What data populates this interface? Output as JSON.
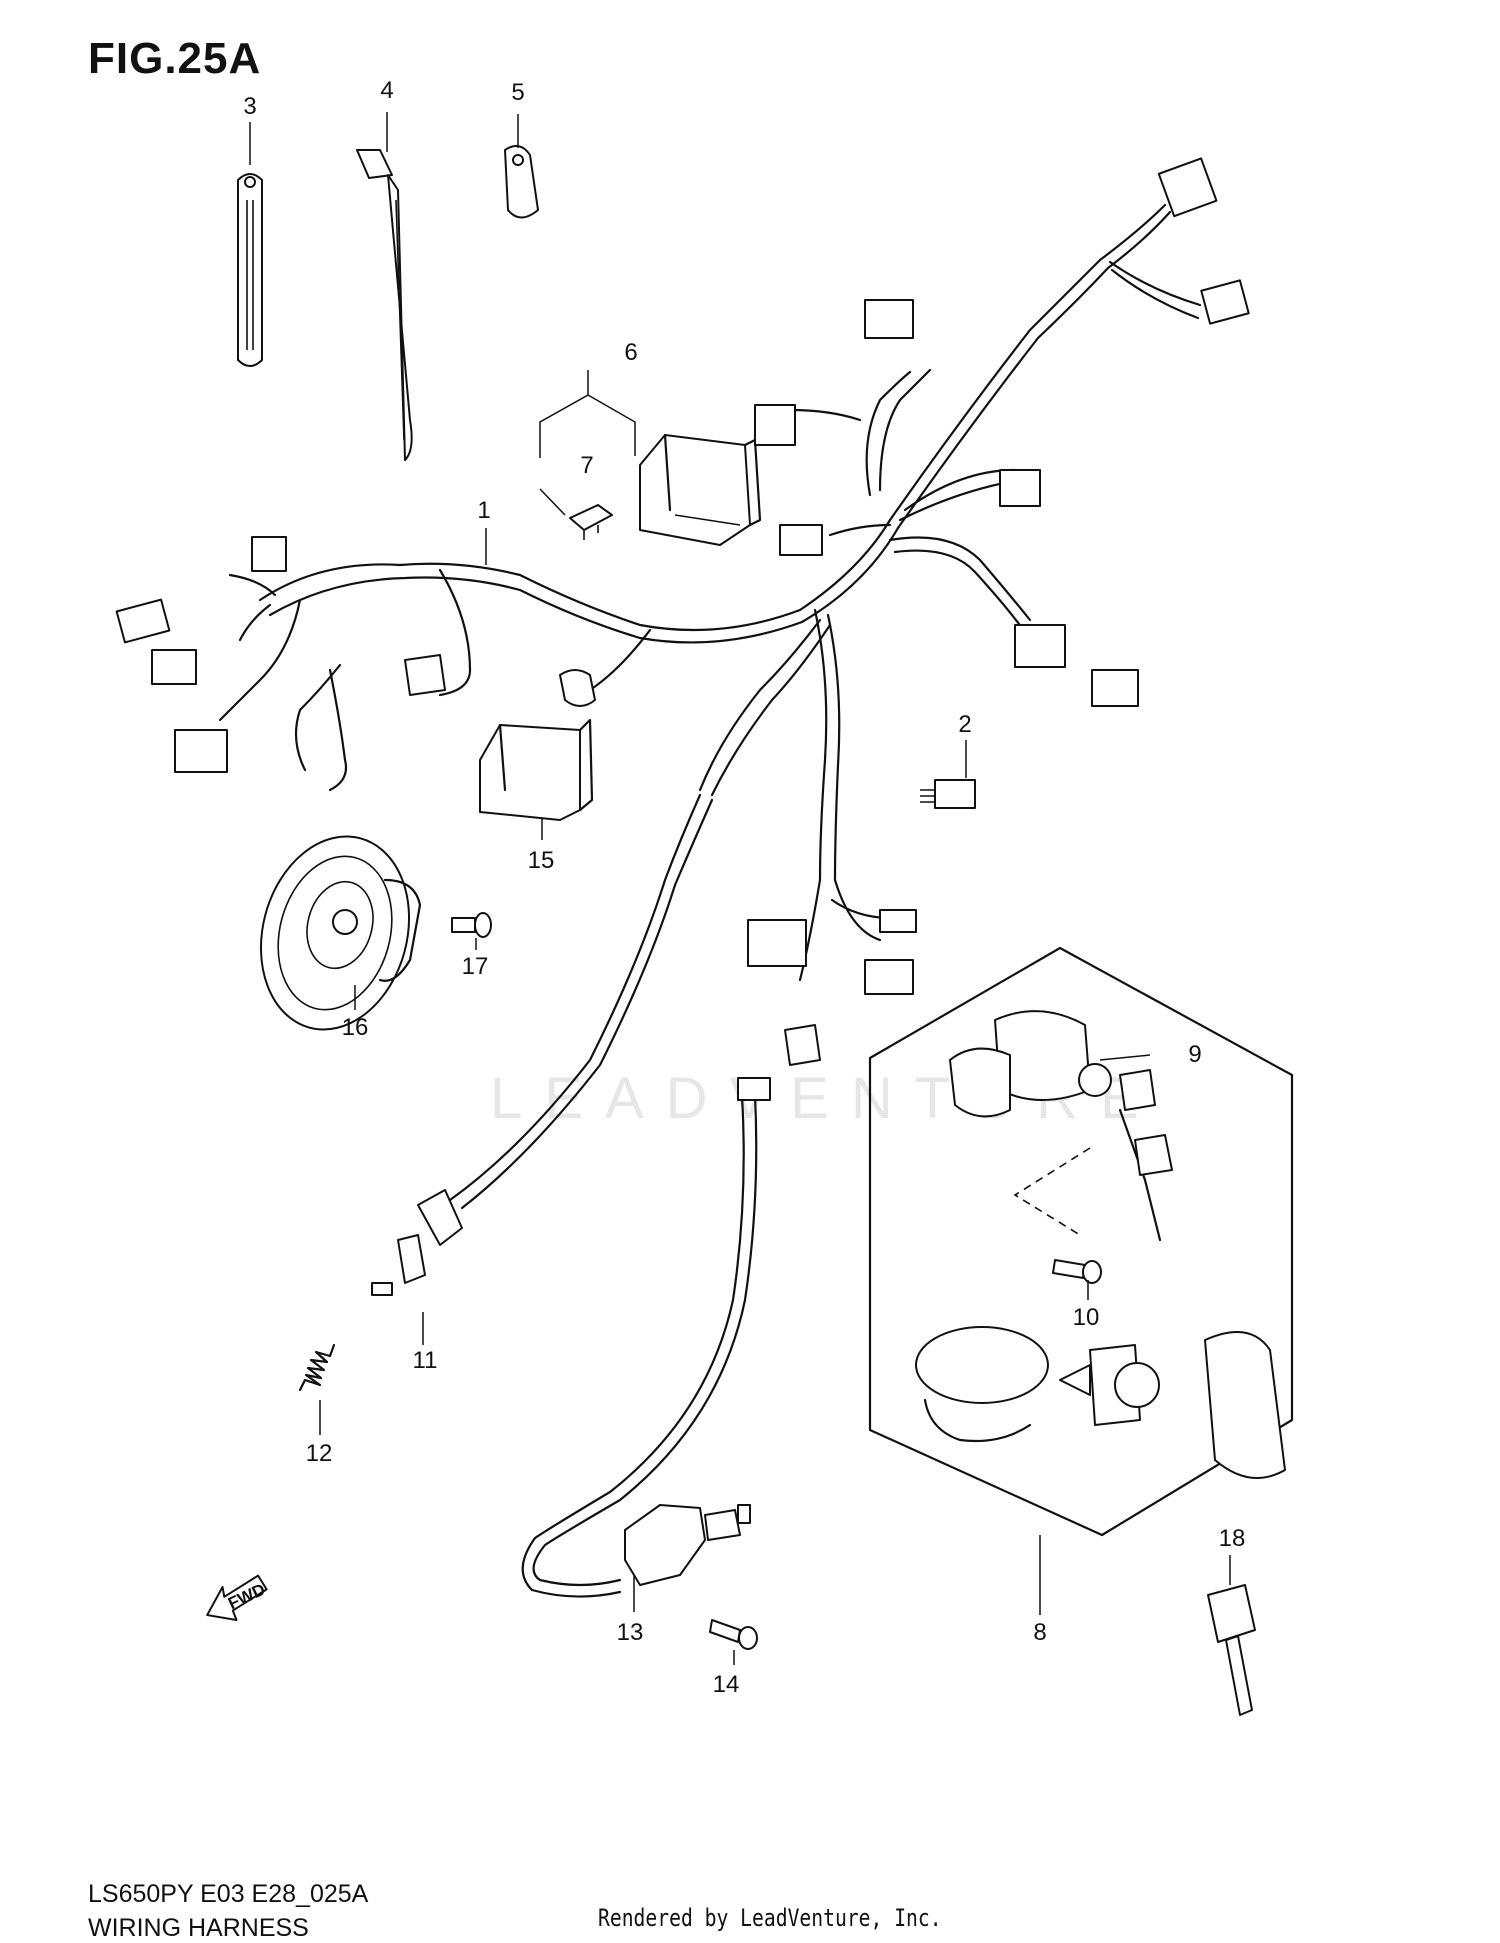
{
  "figure": {
    "title": "FIG.25A",
    "code": "LS650PY E03 E28_025A",
    "name": "WIRING HARNESS",
    "rendered_by": "Rendered by LeadVenture, Inc.",
    "watermark": "LEADVENTURE",
    "fwd_label": "FWD"
  },
  "callouts": [
    {
      "id": "1",
      "label": "1"
    },
    {
      "id": "2",
      "label": "2"
    },
    {
      "id": "3",
      "label": "3"
    },
    {
      "id": "4",
      "label": "4"
    },
    {
      "id": "5",
      "label": "5"
    },
    {
      "id": "6",
      "label": "6"
    },
    {
      "id": "7",
      "label": "7"
    },
    {
      "id": "8",
      "label": "8"
    },
    {
      "id": "9",
      "label": "9"
    },
    {
      "id": "10",
      "label": "10"
    },
    {
      "id": "11",
      "label": "11"
    },
    {
      "id": "12",
      "label": "12"
    },
    {
      "id": "13",
      "label": "13"
    },
    {
      "id": "14",
      "label": "14"
    },
    {
      "id": "15",
      "label": "15"
    },
    {
      "id": "16",
      "label": "16"
    },
    {
      "id": "17",
      "label": "17"
    },
    {
      "id": "18",
      "label": "18"
    }
  ]
}
